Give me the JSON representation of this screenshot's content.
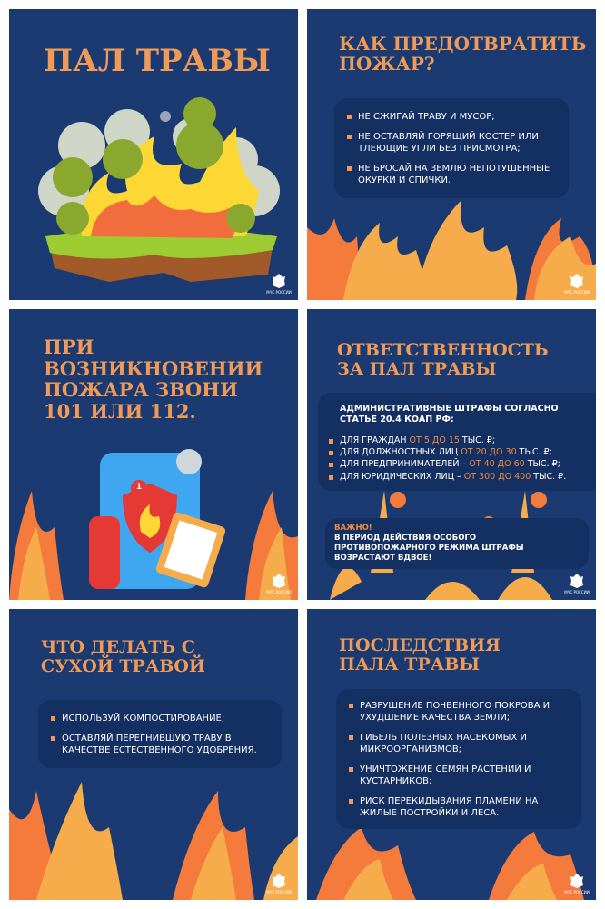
{
  "logo_text": "МЧС РОССИИ",
  "colors": {
    "background": "#1b3a72",
    "accent": "#ef9a56",
    "box": "#142f62",
    "highlight": "#f08a3c"
  },
  "panels": [
    {
      "title": "ПАЛ ТРАВЫ"
    },
    {
      "title": "КАК ПРЕДОТВРАТИТЬ\nПОЖАР?",
      "items": [
        "НЕ СЖИГАЙ ТРАВУ И МУСОР;",
        "НЕ ОСТАВЛЯЙ ГОРЯЩИЙ КОСТЕР ИЛИ ТЛЕЮЩИЕ УГЛИ БЕЗ ПРИСМОТРА;",
        "НЕ БРОСАЙ НА ЗЕМЛЮ НЕПОТУШЕННЫЕ ОКУРКИ И СПИЧКИ."
      ]
    },
    {
      "title": "ПРИ\nВОЗНИКНОВЕНИИ\nПОЖАРА ЗВОНИ\n101 ИЛИ 112.",
      "badge": "1"
    },
    {
      "title": "ОТВЕТСТВЕННОСТЬ\nЗА ПАЛ ТРАВЫ",
      "intro": "АДМИНИСТРАТИВНЫЕ ШТРАФЫ СОГЛАСНО СТАТЬЕ 20.4 КОАП РФ:",
      "fines": [
        {
          "who": "ДЛЯ ГРАЖДАН ",
          "range": "ОТ 5 ДО 15",
          "unit": " ТЫС. ₽;"
        },
        {
          "who": "ДЛЯ ДОЛЖНОСТНЫХ ЛИЦ ",
          "range": "ОТ 20 ДО 30",
          "unit": " ТЫС. ₽;"
        },
        {
          "who": "ДЛЯ ПРЕДПРИНИМАТЕЛЕЙ – ",
          "range": "ОТ 40 ДО 60",
          "unit": " ТЫС. ₽;"
        },
        {
          "who": "ДЛЯ ЮРИДИЧЕСКИХ ЛИЦ – ",
          "range": "ОТ 300 ДО 400",
          "unit": " ТЫС. ₽."
        }
      ],
      "important_label": "ВАЖНО!",
      "important_text": "В ПЕРИОД ДЕЙСТВИЯ ОСОБОГО ПРОТИВОПОЖАРНОГО РЕЖИМА ШТРАФЫ ВОЗРАСТАЮТ ВДВОЕ!"
    },
    {
      "title": "ЧТО ДЕЛАТЬ С\nСУХОЙ ТРАВОЙ",
      "items": [
        "ИСПОЛЬЗУЙ КОМПОСТИРОВАНИЕ;",
        "ОСТАВЛЯЙ ПЕРЕГНИВШУЮ ТРАВУ В КАЧЕСТВЕ ЕСТЕСТВЕННОГО УДОБРЕНИЯ."
      ]
    },
    {
      "title": "ПОСЛЕДСТВИЯ\nПАЛА ТРАВЫ",
      "items": [
        "РАЗРУШЕНИЕ ПОЧВЕННОГО ПОКРОВА И УХУДШЕНИЕ КАЧЕСТВА ЗЕМЛИ;",
        "ГИБЕЛЬ ПОЛЕЗНЫХ НАСЕКОМЫХ И МИКРООРГАНИЗМОВ;",
        "УНИЧТОЖЕНИЕ СЕМЯН РАСТЕНИЙ И КУСТАРНИКОВ;",
        "РИСК ПЕРЕКИДЫВАНИЯ ПЛАМЕНИ НА ЖИЛЫЕ ПОСТРОЙКИ И ЛЕСА."
      ]
    }
  ]
}
